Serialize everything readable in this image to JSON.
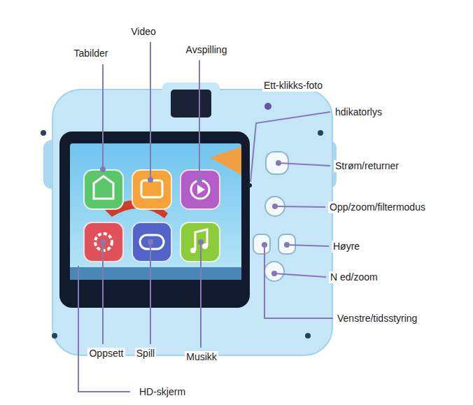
{
  "diagram": {
    "labels": [
      "Tabilder",
      "Video",
      "Avspilling",
      "Ett-klikks-foto",
      "hdikatorlys",
      "Strøm/returner",
      "Opp/zoom/filtermodus",
      "Høyre",
      "N ed/zoom",
      "Venstre/tidsstyring",
      "Oppsett",
      "Spill",
      "Musikk",
      "HD-skjerm"
    ]
  }
}
